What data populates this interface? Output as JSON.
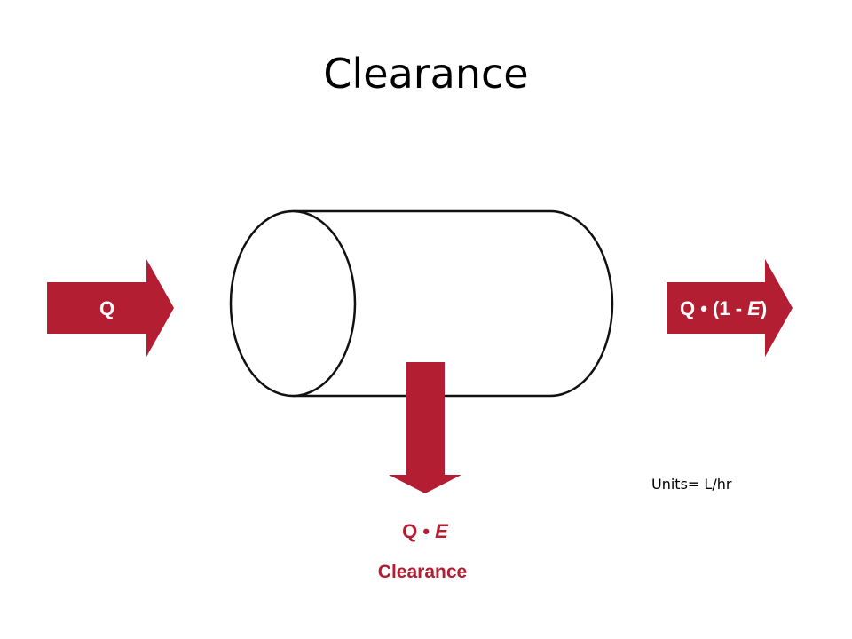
{
  "slide": {
    "title": "Clearance",
    "units_note": "Units= L/hr"
  },
  "diagram": {
    "arrow_color": "#b41e33",
    "inflow": {
      "label": "Q"
    },
    "outflow": {
      "label_prefix": "Q • (1 - ",
      "label_var": "E",
      "label_suffix": ")"
    },
    "extraction": {
      "label_prefix": "Q • ",
      "label_var": "E",
      "caption": "Clearance"
    }
  }
}
